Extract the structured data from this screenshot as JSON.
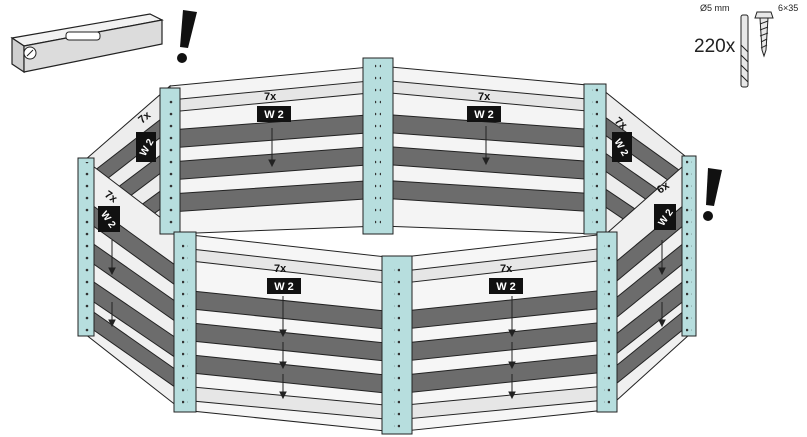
{
  "hardware": {
    "drill_label": "Ø5 mm",
    "screw_label": "6×35",
    "quantity": "220x"
  },
  "tools": {
    "level_icon": "spirit-level-icon",
    "warning_icon": "exclamation-icon"
  },
  "panels": {
    "back_left": {
      "count": "7x",
      "part": "W 2"
    },
    "back_right": {
      "count": "7x",
      "part": "W 2"
    },
    "upper_left_side": {
      "count": "7x",
      "part": "W 2"
    },
    "lower_left_side": {
      "count": "7x",
      "part": "W 2"
    },
    "upper_right_side": {
      "count": "7x",
      "part": "W 2"
    },
    "lower_right_side": {
      "count": "6x",
      "part": "W 2"
    },
    "front_left": {
      "count": "7x",
      "part": "W 2"
    },
    "front_right": {
      "count": "7x",
      "part": "W 2"
    }
  },
  "colors": {
    "post": "#b7dede",
    "panel_dark": "#6c6c6c",
    "panel_light": "#e6e6e6",
    "outline": "#222222"
  }
}
